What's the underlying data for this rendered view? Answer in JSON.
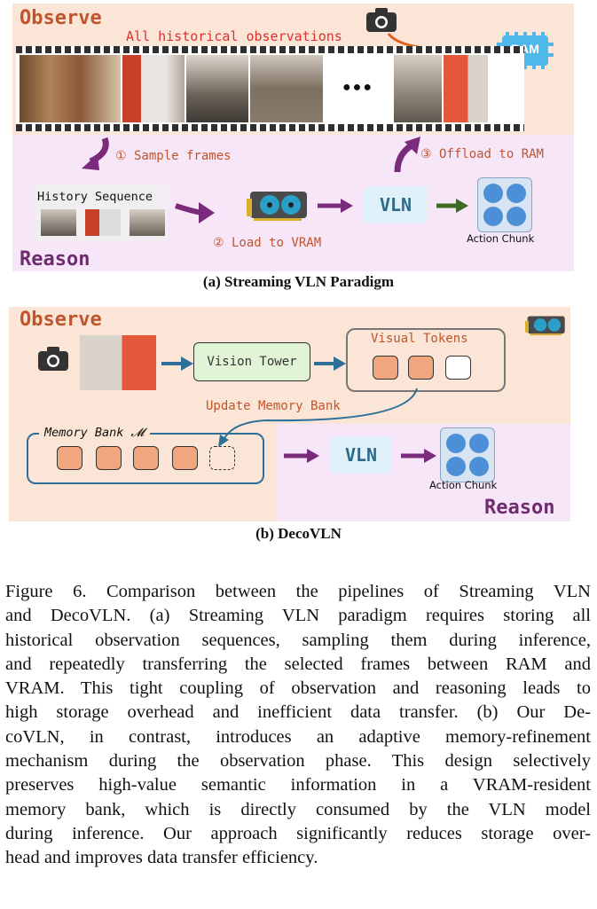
{
  "panel_a": {
    "observe_title": "Observe",
    "historical_label": "All historical observations",
    "ram_label": "RAM",
    "ellipsis": "●●●",
    "sample_label": "① Sample frames",
    "offload_label": "③ Offload to RAM",
    "history_label": "History Sequence",
    "load_label": "② Load to VRAM",
    "vln_label": "VLN",
    "action_label": "Action Chunk",
    "reason_title": "Reason",
    "caption": "(a) Streaming VLN Paradigm"
  },
  "panel_b": {
    "observe_title": "Observe",
    "vision_tower": "Vision Tower",
    "visual_tokens": "Visual Tokens",
    "update_label": "Update Memory Bank",
    "memory_bank": "Memory Bank 𝓜",
    "vln_label": "VLN",
    "action_label": "Action Chunk",
    "reason_title": "Reason",
    "caption": "(b) DecoVLN"
  },
  "figure_caption": {
    "lines": [
      "Figure 6.  Comparison between the pipelines of Streaming VLN",
      "and DecoVLN. (a) Streaming VLN paradigm requires storing all",
      "historical observation sequences, sampling them during inference,",
      "and repeatedly transferring the selected frames between RAM and",
      "VRAM. This tight coupling of observation and reasoning leads to",
      "high storage overhead and inefficient data transfer.  (b) Our De-",
      "coVLN, in contrast, introduces an adaptive memory-refinement",
      "mechanism during the observation phase. This design selectively",
      "preserves high-value semantic information in a VRAM-resident",
      "memory bank, which is directly consumed by the VLN model",
      "during inference. Our approach significantly reduces storage over-",
      "head and improves data transfer efficiency."
    ]
  },
  "colors": {
    "observe_bg": "#fbe5d6",
    "reason_bg": "#f6e6f8",
    "observe_text": "#c0552b",
    "reason_text": "#6e2c6e",
    "arrow_purple": "#7b2b7b",
    "arrow_green": "#3d6b24",
    "arrow_blue": "#2e6f9a",
    "token_fill": "#f1a67e"
  }
}
